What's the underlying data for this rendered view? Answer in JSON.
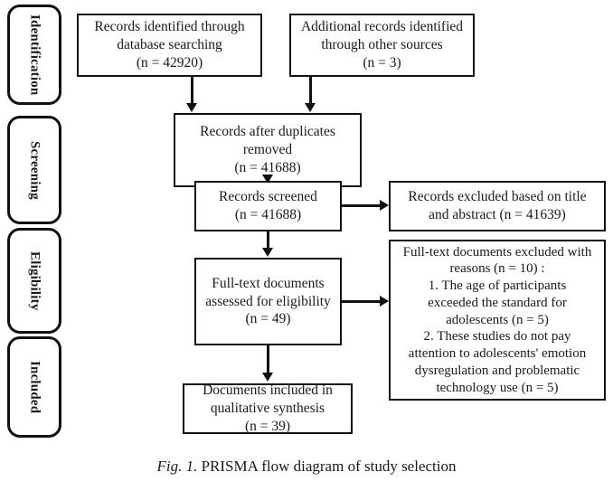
{
  "figure": {
    "caption_label": "Fig. 1.",
    "caption_text": "PRISMA flow diagram of study selection",
    "background_color": "#ffffff",
    "line_color": "#111111",
    "text_color": "#1a1a1a"
  },
  "stages": [
    {
      "id": "identification",
      "label": "Identification"
    },
    {
      "id": "screening",
      "label": "Screening"
    },
    {
      "id": "eligibility",
      "label": "Eligibility"
    },
    {
      "id": "included",
      "label": "Included"
    }
  ],
  "boxes": {
    "records_database": {
      "lines": [
        "Records identified through",
        "database searching",
        "(n = 42920)"
      ],
      "n": 42920
    },
    "records_other_sources": {
      "lines": [
        "Additional records identified",
        "through other sources",
        "(n = 3)"
      ],
      "n": 3
    },
    "duplicates_removed": {
      "lines": [
        "Records after duplicates",
        "removed",
        "(n = 41688)"
      ],
      "n": 41688
    },
    "records_screened": {
      "lines": [
        "Records screened",
        "(n = 41688)"
      ],
      "n": 41688
    },
    "records_excluded": {
      "lines": [
        "Records excluded based on title",
        "and abstract (n = 41639)"
      ],
      "n": 41639
    },
    "fulltext_assessed": {
      "lines": [
        "Full-text documents",
        "assessed for eligibility",
        "(n = 49)"
      ],
      "n": 49
    },
    "fulltext_excluded": {
      "lines": [
        "Full-text documents excluded with",
        "reasons (n = 10) :",
        "1. The age of participants",
        "exceeded the standard for",
        "adolescents (n = 5)",
        "2. These studies do not pay",
        "attention to adolescents' emotion",
        "dysregulation and problematic",
        "technology use (n = 5)"
      ],
      "n": 10,
      "reasons": [
        {
          "number": "1.",
          "text": "The age of participants exceeded the standard for adolescents",
          "n": 5
        },
        {
          "number": "2.",
          "text": "These studies do not pay attention to adolescents' emotion dysregulation and problematic technology use",
          "n": 5
        }
      ]
    },
    "documents_included": {
      "lines": [
        "Documents included in",
        "qualitative synthesis",
        "(n = 39)"
      ],
      "n": 39
    }
  }
}
